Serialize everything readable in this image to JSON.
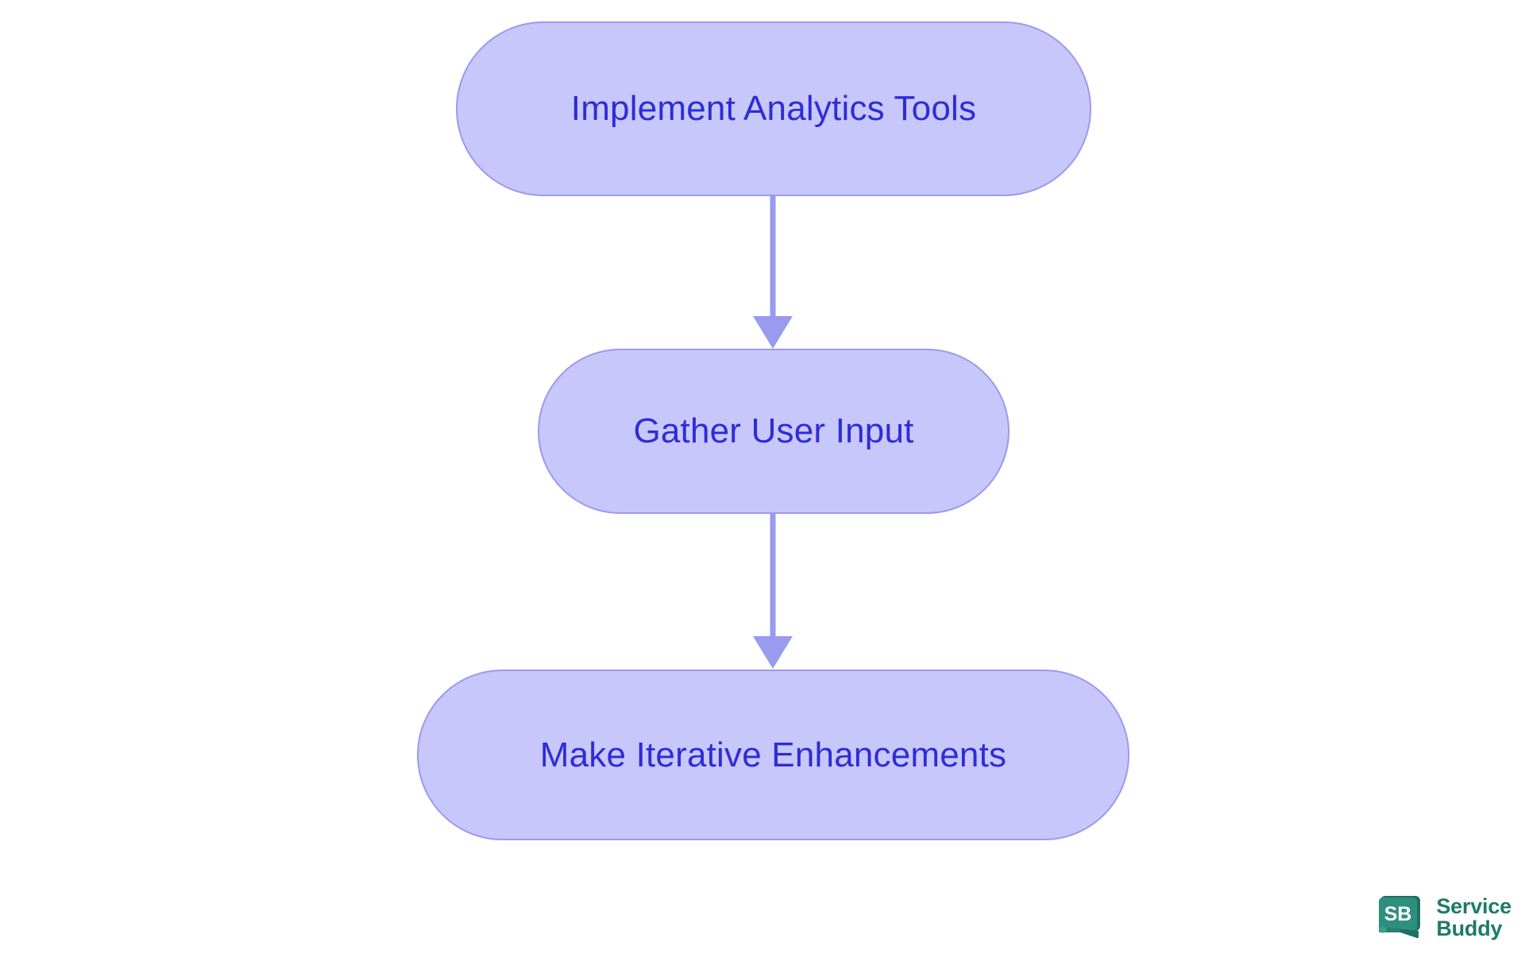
{
  "diagram": {
    "type": "flowchart",
    "orientation": "top-to-bottom",
    "node_fill_color": "#c8c7fb",
    "node_border_color": "#9a9af0",
    "node_text_color": "#2d2dd6",
    "connector_color": "#9a9af0",
    "background_color": "#ffffff",
    "nodes": [
      {
        "id": "implement-analytics-tools",
        "label": "Implement Analytics Tools",
        "shape": "stadium"
      },
      {
        "id": "gather-user-input",
        "label": "Gather User Input",
        "shape": "stadium"
      },
      {
        "id": "make-iterative-enhancements",
        "label": "Make Iterative Enhancements",
        "shape": "stadium"
      }
    ],
    "edges": [
      {
        "id": "edge-1",
        "from": "implement-analytics-tools",
        "to": "gather-user-input",
        "label": "",
        "arrow": "down"
      },
      {
        "id": "edge-2",
        "from": "gather-user-input",
        "to": "make-iterative-enhancements",
        "label": "",
        "arrow": "down"
      }
    ]
  },
  "brand": {
    "mark_text": "SB",
    "name_line_1": "Service",
    "name_line_2": "Buddy",
    "color": "#1f7a6a",
    "mark_color": "#2f8f7d"
  }
}
